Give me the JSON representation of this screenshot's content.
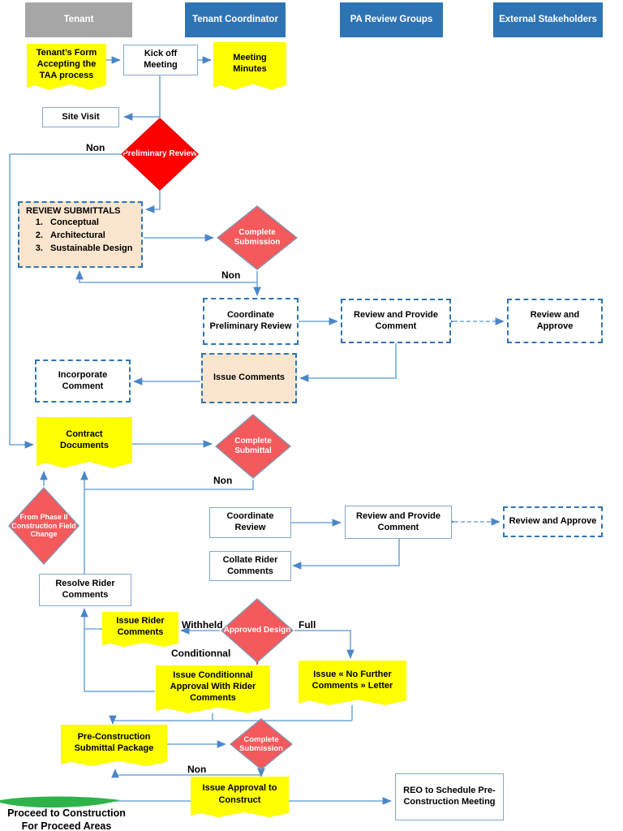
{
  "lanes": [
    {
      "label": "Tenant",
      "color": "#A6A6A6"
    },
    {
      "label": "Tenant Coordinator",
      "color": "#2E74B5"
    },
    {
      "label": "PA Review Groups",
      "color": "#2E74B5"
    },
    {
      "label": "External Stakeholders",
      "color": "#2E74B5"
    }
  ],
  "nodes": {
    "tenant_form": {
      "label": "Tenant’s Form Accepting the TAA process",
      "type": "note"
    },
    "kickoff": {
      "label": "Kick off Meeting",
      "type": "process"
    },
    "meeting_minutes": {
      "label": "Meeting Minutes",
      "type": "note"
    },
    "site_visit": {
      "label": "Site Visit",
      "type": "process"
    },
    "preliminary_review": {
      "label": "Preliminary Review",
      "type": "decision"
    },
    "review_submittals": {
      "title": "REVIEW SUBMITTALS",
      "items": [
        "Conceptual",
        "Architectural",
        "Sustainable Design"
      ],
      "type": "tan-note"
    },
    "complete_submission_1": {
      "label": "Complete Submission",
      "type": "decision"
    },
    "coordinate_preliminary_review": {
      "label": "Coordinate Preliminary Review",
      "type": "process-dashed"
    },
    "review_provide_comment_1": {
      "label": "Review and Provide Comment",
      "type": "process-dashed"
    },
    "review_approve_1": {
      "label": "Review and Approve",
      "type": "process-dashed"
    },
    "issue_comments": {
      "label": "Issue Comments",
      "type": "tan-note"
    },
    "incorporate_comment": {
      "label": "Incorporate Comment",
      "type": "process-dashed"
    },
    "contract_documents": {
      "label": "Contract Documents",
      "type": "note"
    },
    "complete_submittal": {
      "label": "Complete Submittal",
      "type": "decision"
    },
    "from_phase2": {
      "label": "From Phase II Construction Field Change",
      "type": "decision"
    },
    "coordinate_review": {
      "label": "Coordinate Review",
      "type": "process"
    },
    "review_provide_comment_2": {
      "label": "Review and Provide Comment",
      "type": "process"
    },
    "review_approve_2": {
      "label": "Review and Approve",
      "type": "process-dashed"
    },
    "collate_rider": {
      "label": "Collate Rider Comments",
      "type": "process"
    },
    "resolve_rider": {
      "label": "Resolve Rider Comments",
      "type": "process"
    },
    "issue_rider": {
      "label": "Issue Rider Comments",
      "type": "note"
    },
    "approved_design": {
      "label": "Approved Design",
      "type": "decision"
    },
    "issue_conditional": {
      "label": "Issue Conditionnal Approval With Rider Comments",
      "type": "note"
    },
    "issue_no_further": {
      "label": "Issue « No Further Comments » Letter",
      "type": "note"
    },
    "pre_construction": {
      "label": "Pre-Construction Submittal Package",
      "type": "note"
    },
    "complete_submission_2": {
      "label": "Complete Submission",
      "type": "decision"
    },
    "issue_approval": {
      "label": "Issue Approval to Construct",
      "type": "note"
    },
    "reo_schedule": {
      "label": "REO to Schedule Pre-Construction Meeting",
      "type": "process"
    },
    "proceed": {
      "label": "Proceed to Construction For Proceed Areas",
      "type": "terminator-green"
    }
  },
  "edge_labels": {
    "non1": "Non",
    "non2": "Non",
    "non3": "Non",
    "non4": "Non",
    "withheld": "Withheld",
    "full": "Full",
    "conditional": "Conditionnal"
  },
  "colors": {
    "lane_blue": "#2E74B5",
    "lane_gray": "#A6A6A6",
    "note_yellow": "#FFFF00",
    "note_tan": "#FBE5CE",
    "decision_red": "#FE0000",
    "decision_salmon": "#F4595B",
    "decision_border": "#8496B0",
    "connector_blue": "#74A9D8",
    "arrow_blue": "#4A86C8",
    "arrow_red": "#E0393E",
    "proceed_green": "#2DB34A",
    "dashed_border_blue": "#2E74B5"
  }
}
